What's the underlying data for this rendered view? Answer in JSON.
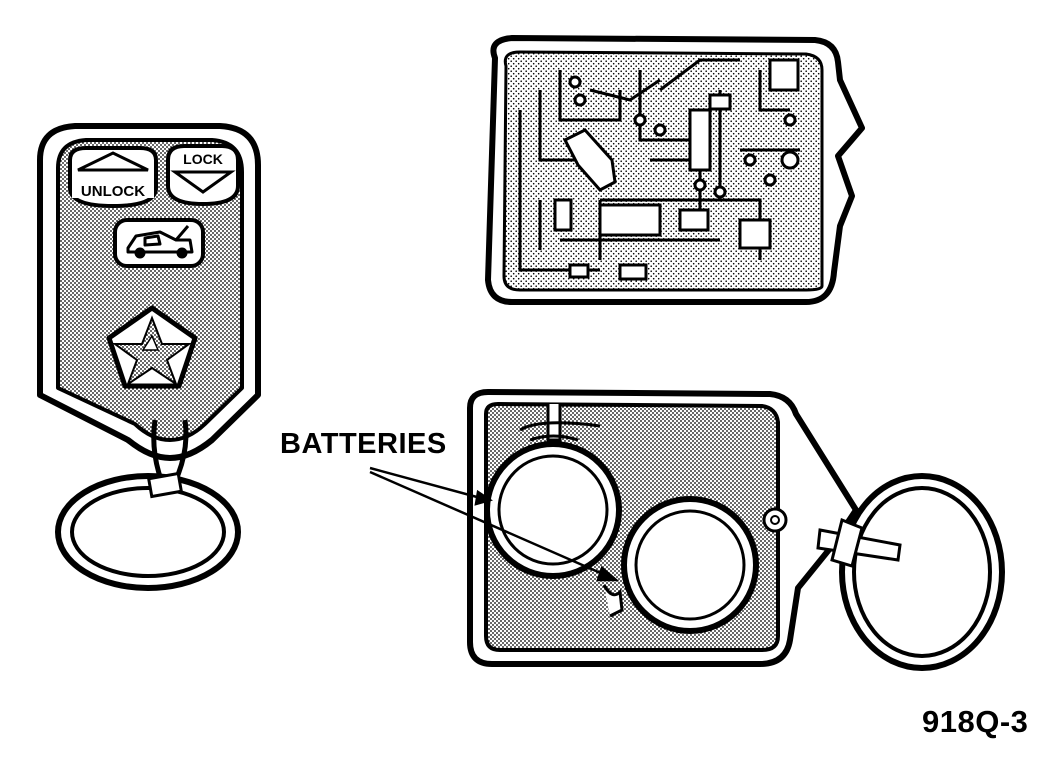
{
  "labels": {
    "batteries": "BATTERIES",
    "figure_id": "918Q-3"
  },
  "remote": {
    "unlock_button": "UNLOCK",
    "lock_button": "LOCK",
    "trunk_icon": "trunk-release-icon",
    "logo_icon": "pentastar-icon"
  },
  "colors": {
    "ink": "#000000",
    "shade": "#d6d6d6",
    "paper": "#ffffff"
  }
}
